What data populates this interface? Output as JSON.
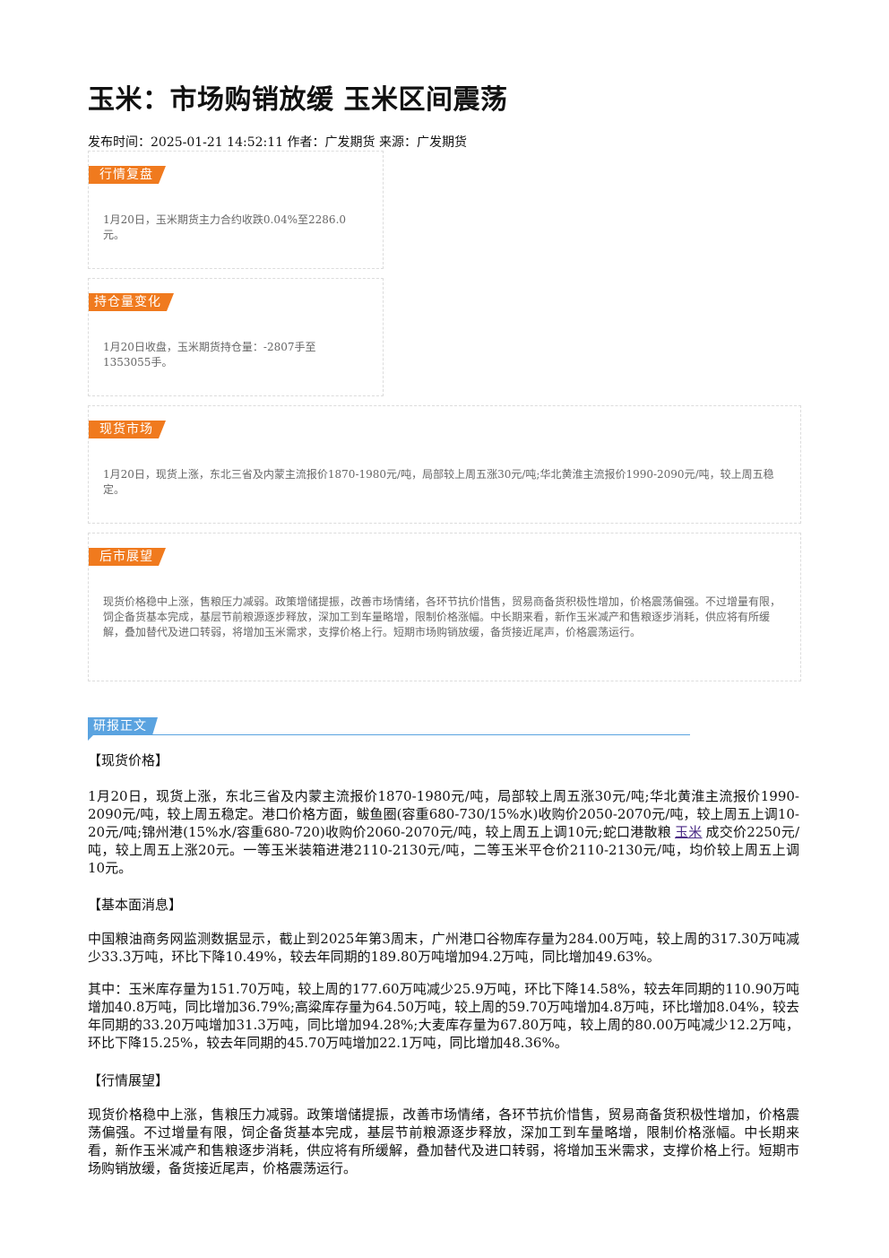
{
  "title": "玉米：市场购销放缓 玉米区间震荡",
  "meta": "发布时间：2025-01-21 14:52:11 作者：广发期货 来源：广发期货",
  "boxes": [
    {
      "tag": "行情复盘",
      "text": "1月20日，玉米期货主力合约收跌0.04%至2286.0元。"
    },
    {
      "tag": "持仓量变化",
      "text": "1月20日收盘，玉米期货持仓量：-2807手至1353055手。"
    },
    {
      "tag": "现货市场",
      "text": "1月20日，现货上涨，东北三省及内蒙主流报价1870-1980元/吨，局部较上周五涨30元/吨;华北黄淮主流报价1990-2090元/吨，较上周五稳定。"
    },
    {
      "tag": "后市展望",
      "text": "现货价格稳中上涨，售粮压力减弱。政策增储提振，改善市场情绪，各环节抗价惜售，贸易商备货积极性增加，价格震荡偏强。不过增量有限，饲企备货基本完成，基层节前粮源逐步释放，深加工到车量略增，限制价格涨幅。中长期来看，新作玉米减产和售粮逐步消耗，供应将有所缓解，叠加替代及进口转弱，将增加玉米需求，支撑价格上行。短期市场购销放缓，备货接近尾声，价格震荡运行。"
    }
  ],
  "report": {
    "tag": "研报正文",
    "sections": [
      {
        "heading": "【现货价格】",
        "para1_before": "1月20日，现货上涨，东北三省及内蒙主流报价1870-1980元/吨，局部较上周五涨30元/吨;华北黄淮主流报价1990-2090元/吨，较上周五稳定。港口价格方面，鲅鱼圈(容重680-730/15%水)收购价2050-2070元/吨，较上周五上调10-20元/吨;锦州港(15%水/容重680-720)收购价2060-2070元/吨，较上周五上调10元;蛇口港散粮",
        "para1_link": "玉米",
        "para1_after": "成交价2250元/吨，较上周五上涨20元。一等玉米装箱进港2110-2130元/吨，二等玉米平仓价2110-2130元/吨，均价较上周五上调10元。"
      },
      {
        "heading": "【基本面消息】",
        "para1": "中国粮油商务网监测数据显示，截止到2025年第3周末，广州港口谷物库存量为284.00万吨，较上周的317.30万吨减少33.3万吨，环比下降10.49%，较去年同期的189.80万吨增加94.2万吨，同比增加49.63%。",
        "para2": "其中：玉米库存量为151.70万吨，较上周的177.60万吨减少25.9万吨，环比下降14.58%，较去年同期的110.90万吨增加40.8万吨，同比增加36.79%;高粱库存量为64.50万吨，较上周的59.70万吨增加4.8万吨，环比增加8.04%，较去年同期的33.20万吨增加31.3万吨，同比增加94.28%;大麦库存量为67.80万吨，较上周的80.00万吨减少12.2万吨，环比下降15.25%，较去年同期的45.70万吨增加22.1万吨，同比增加48.36%。"
      },
      {
        "heading": "【行情展望】",
        "para1": "现货价格稳中上涨，售粮压力减弱。政策增储提振，改善市场情绪，各环节抗价惜售，贸易商备货积极性增加，价格震荡偏强。不过增量有限，饲企备货基本完成，基层节前粮源逐步释放，深加工到车量略增，限制价格涨幅。中长期来看，新作玉米减产和售粮逐步消耗，供应将有所缓解，叠加替代及进口转弱，将增加玉米需求，支撑价格上行。短期市场购销放缓，备货接近尾声，价格震荡运行。"
      }
    ]
  }
}
